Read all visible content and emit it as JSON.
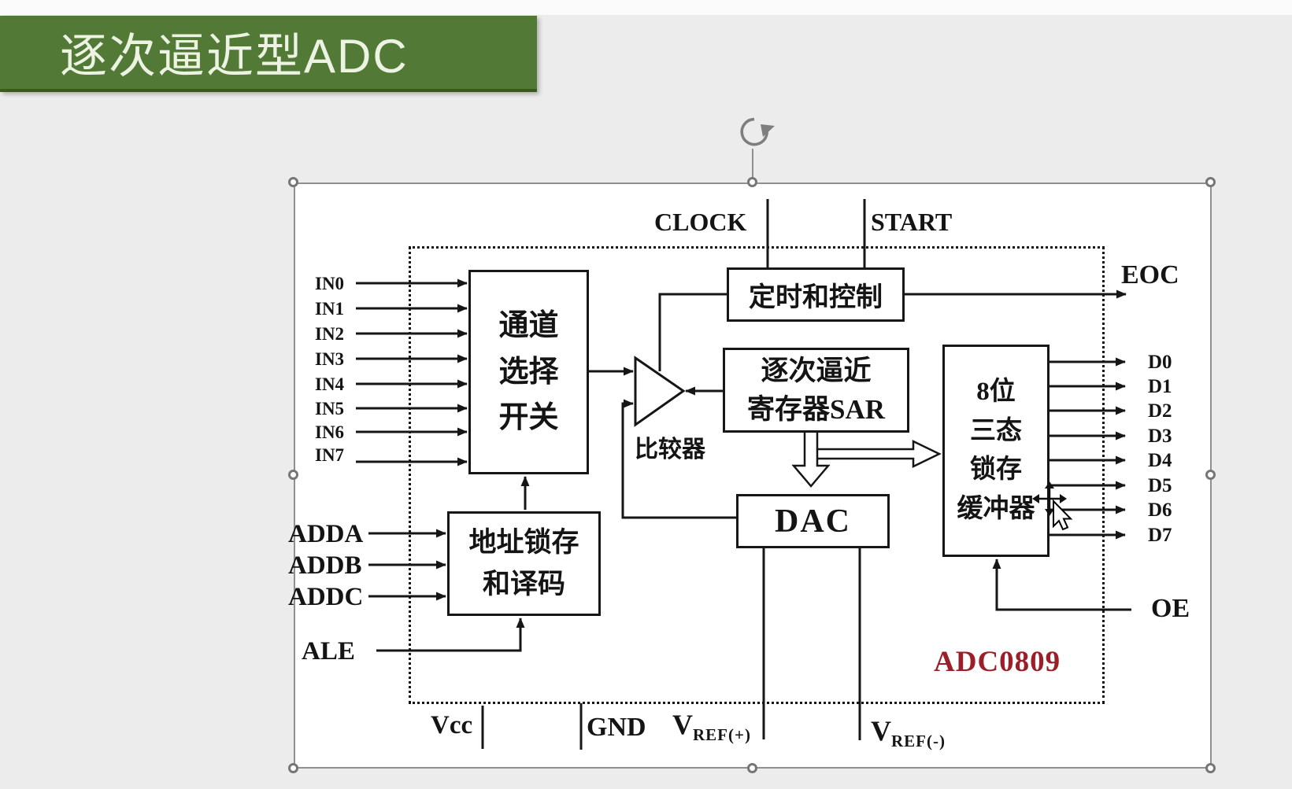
{
  "title_banner": {
    "text": "逐次逼近型ADC",
    "bg_color": "#527a36",
    "text_color": "#ecf3e3"
  },
  "diagram": {
    "chip_name": "ADC0809",
    "chip_name_color": "#9b1e28",
    "blocks": {
      "channel_switch_lines": [
        "通道",
        "选择",
        "开关"
      ],
      "timing_control": "定时和控制",
      "sar_lines": [
        "逐次逼近",
        "寄存器SAR"
      ],
      "dac": "DAC",
      "output_latch_lines": [
        "8位",
        "三态",
        "锁存",
        "缓冲器"
      ],
      "address_latch_lines": [
        "地址锁存",
        "和译码"
      ],
      "comparator_label": "比较器"
    },
    "pins": {
      "analog_inputs": [
        "IN0",
        "IN1",
        "IN2",
        "IN3",
        "IN4",
        "IN5",
        "IN6",
        "IN7"
      ],
      "address_inputs": [
        "ADDA",
        "ADDB",
        "ADDC"
      ],
      "ale": "ALE",
      "clock": "CLOCK",
      "start": "START",
      "eoc": "EOC",
      "oe": "OE",
      "data_outputs": [
        "D0",
        "D1",
        "D2",
        "D3",
        "D4",
        "D5",
        "D6",
        "D7"
      ],
      "vcc": "Vcc",
      "gnd": "GND",
      "vref_pos": {
        "base": "V",
        "sub": "REF(+)"
      },
      "vref_neg": {
        "base": "V",
        "sub": "REF(-)"
      }
    }
  }
}
